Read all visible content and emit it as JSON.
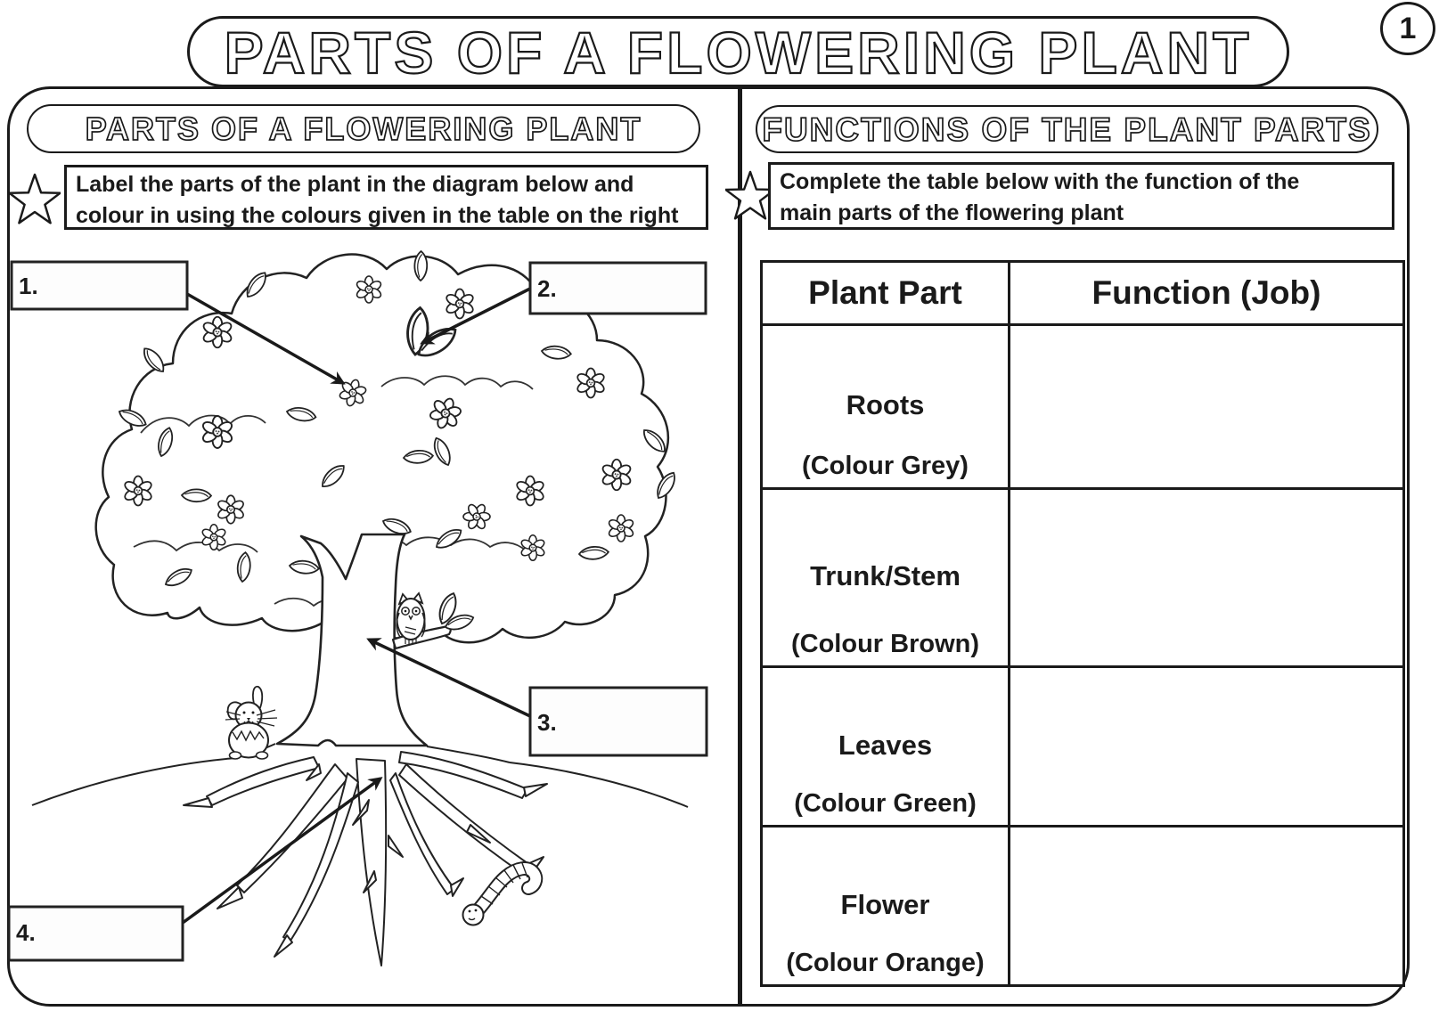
{
  "page": {
    "title": "PARTS OF A FLOWERING PLANT",
    "number": "1"
  },
  "colors": {
    "ink": "#1a1a1a",
    "paper": "#ffffff"
  },
  "left_panel": {
    "header": "PARTS OF A FLOWERING PLANT",
    "instruction_lines": [
      "Label the parts of the plant in the diagram below and",
      "colour in using the colours given in the table on the right"
    ],
    "diagram_labels": [
      {
        "number": "1."
      },
      {
        "number": "2."
      },
      {
        "number": "3."
      },
      {
        "number": "4."
      }
    ]
  },
  "right_panel": {
    "header": "FUNCTIONS OF THE PLANT PARTS",
    "instruction_lines": [
      "Complete the table below with the function of the",
      "main parts of the flowering plant"
    ],
    "table": {
      "headers": {
        "part": "Plant Part",
        "function": "Function (Job)"
      },
      "rows": [
        {
          "part": "Roots",
          "colour_note": "(Colour Grey)",
          "function": ""
        },
        {
          "part": "Trunk/Stem",
          "colour_note": "(Colour Brown)",
          "function": ""
        },
        {
          "part": "Leaves",
          "colour_note": "(Colour Green)",
          "function": ""
        },
        {
          "part": "Flower",
          "colour_note": "(Colour Orange)",
          "function": ""
        }
      ]
    }
  }
}
